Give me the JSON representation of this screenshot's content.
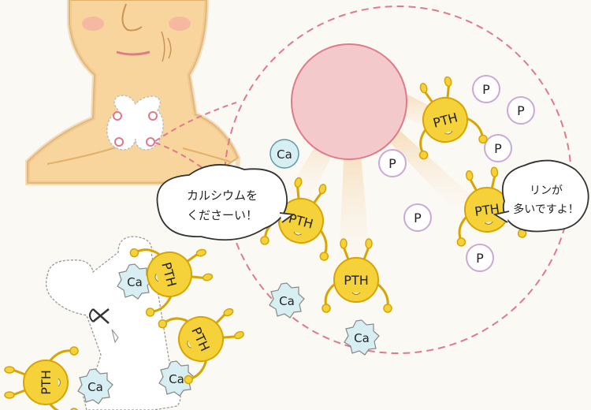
{
  "labels": {
    "pth": "PTH",
    "ca": "Ca",
    "p": "P"
  },
  "speech": {
    "left_line1": "カルシウムを",
    "left_line2": "くださーい！",
    "right_line1": "リンが",
    "right_line2": "多いですよ！"
  },
  "colors": {
    "skin": "#f8d59c",
    "skin_outline": "#e2b06a",
    "gland": "#f2b8c4",
    "dashed_circle": "#e07a8a",
    "big_cell": "#f3c9cc",
    "pth_body": "#f6d23a",
    "pth_outline": "#d9a400",
    "ca_fill": "#d7eef2",
    "p_outline": "#c9a9d8",
    "bone_outline": "#999999"
  }
}
